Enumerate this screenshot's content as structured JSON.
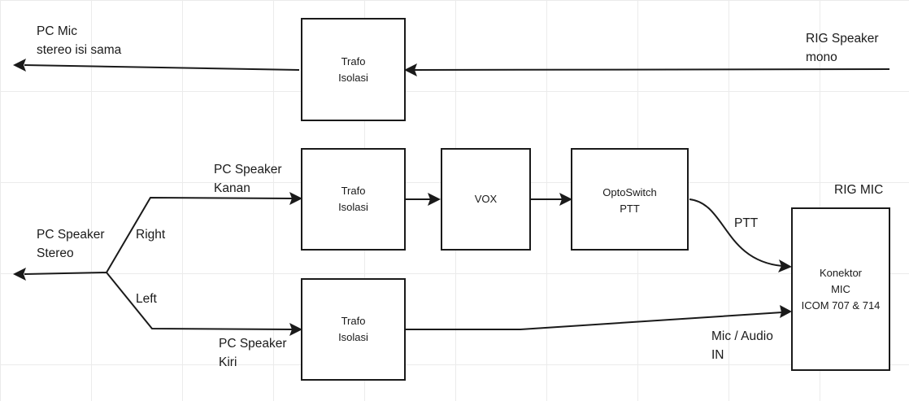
{
  "colors": {
    "line": "#1a1a1a",
    "grid": "#ebebeb",
    "background": "#ffffff"
  },
  "blocks": {
    "trafo_top": {
      "line1": "Trafo",
      "line2": "Isolasi"
    },
    "trafo_mid": {
      "line1": "Trafo",
      "line2": "Isolasi"
    },
    "trafo_bottom": {
      "line1": "Trafo",
      "line2": "Isolasi"
    },
    "vox": {
      "line1": "VOX"
    },
    "optoswitch": {
      "line1": "OptoSwitch",
      "line2": "PTT"
    },
    "konektor": {
      "line1": "Konektor",
      "line2": "MIC",
      "line3": "ICOM 707 & 714"
    }
  },
  "labels": {
    "pc_mic": {
      "line1": "PC Mic",
      "line2": "stereo isi sama"
    },
    "rig_speaker": {
      "line1": "RIG Speaker",
      "line2": "mono"
    },
    "pc_speaker_kanan": {
      "line1": "PC Speaker",
      "line2": "Kanan"
    },
    "pc_speaker_stereo": {
      "line1": "PC Speaker",
      "line2": "Stereo"
    },
    "right": "Right",
    "left": "Left",
    "pc_speaker_kiri": {
      "line1": "PC Speaker",
      "line2": "Kiri"
    },
    "rig_mic": "RIG MIC",
    "ptt": "PTT",
    "mic_audio_in": {
      "line1": "Mic / Audio",
      "line2": "IN"
    }
  }
}
